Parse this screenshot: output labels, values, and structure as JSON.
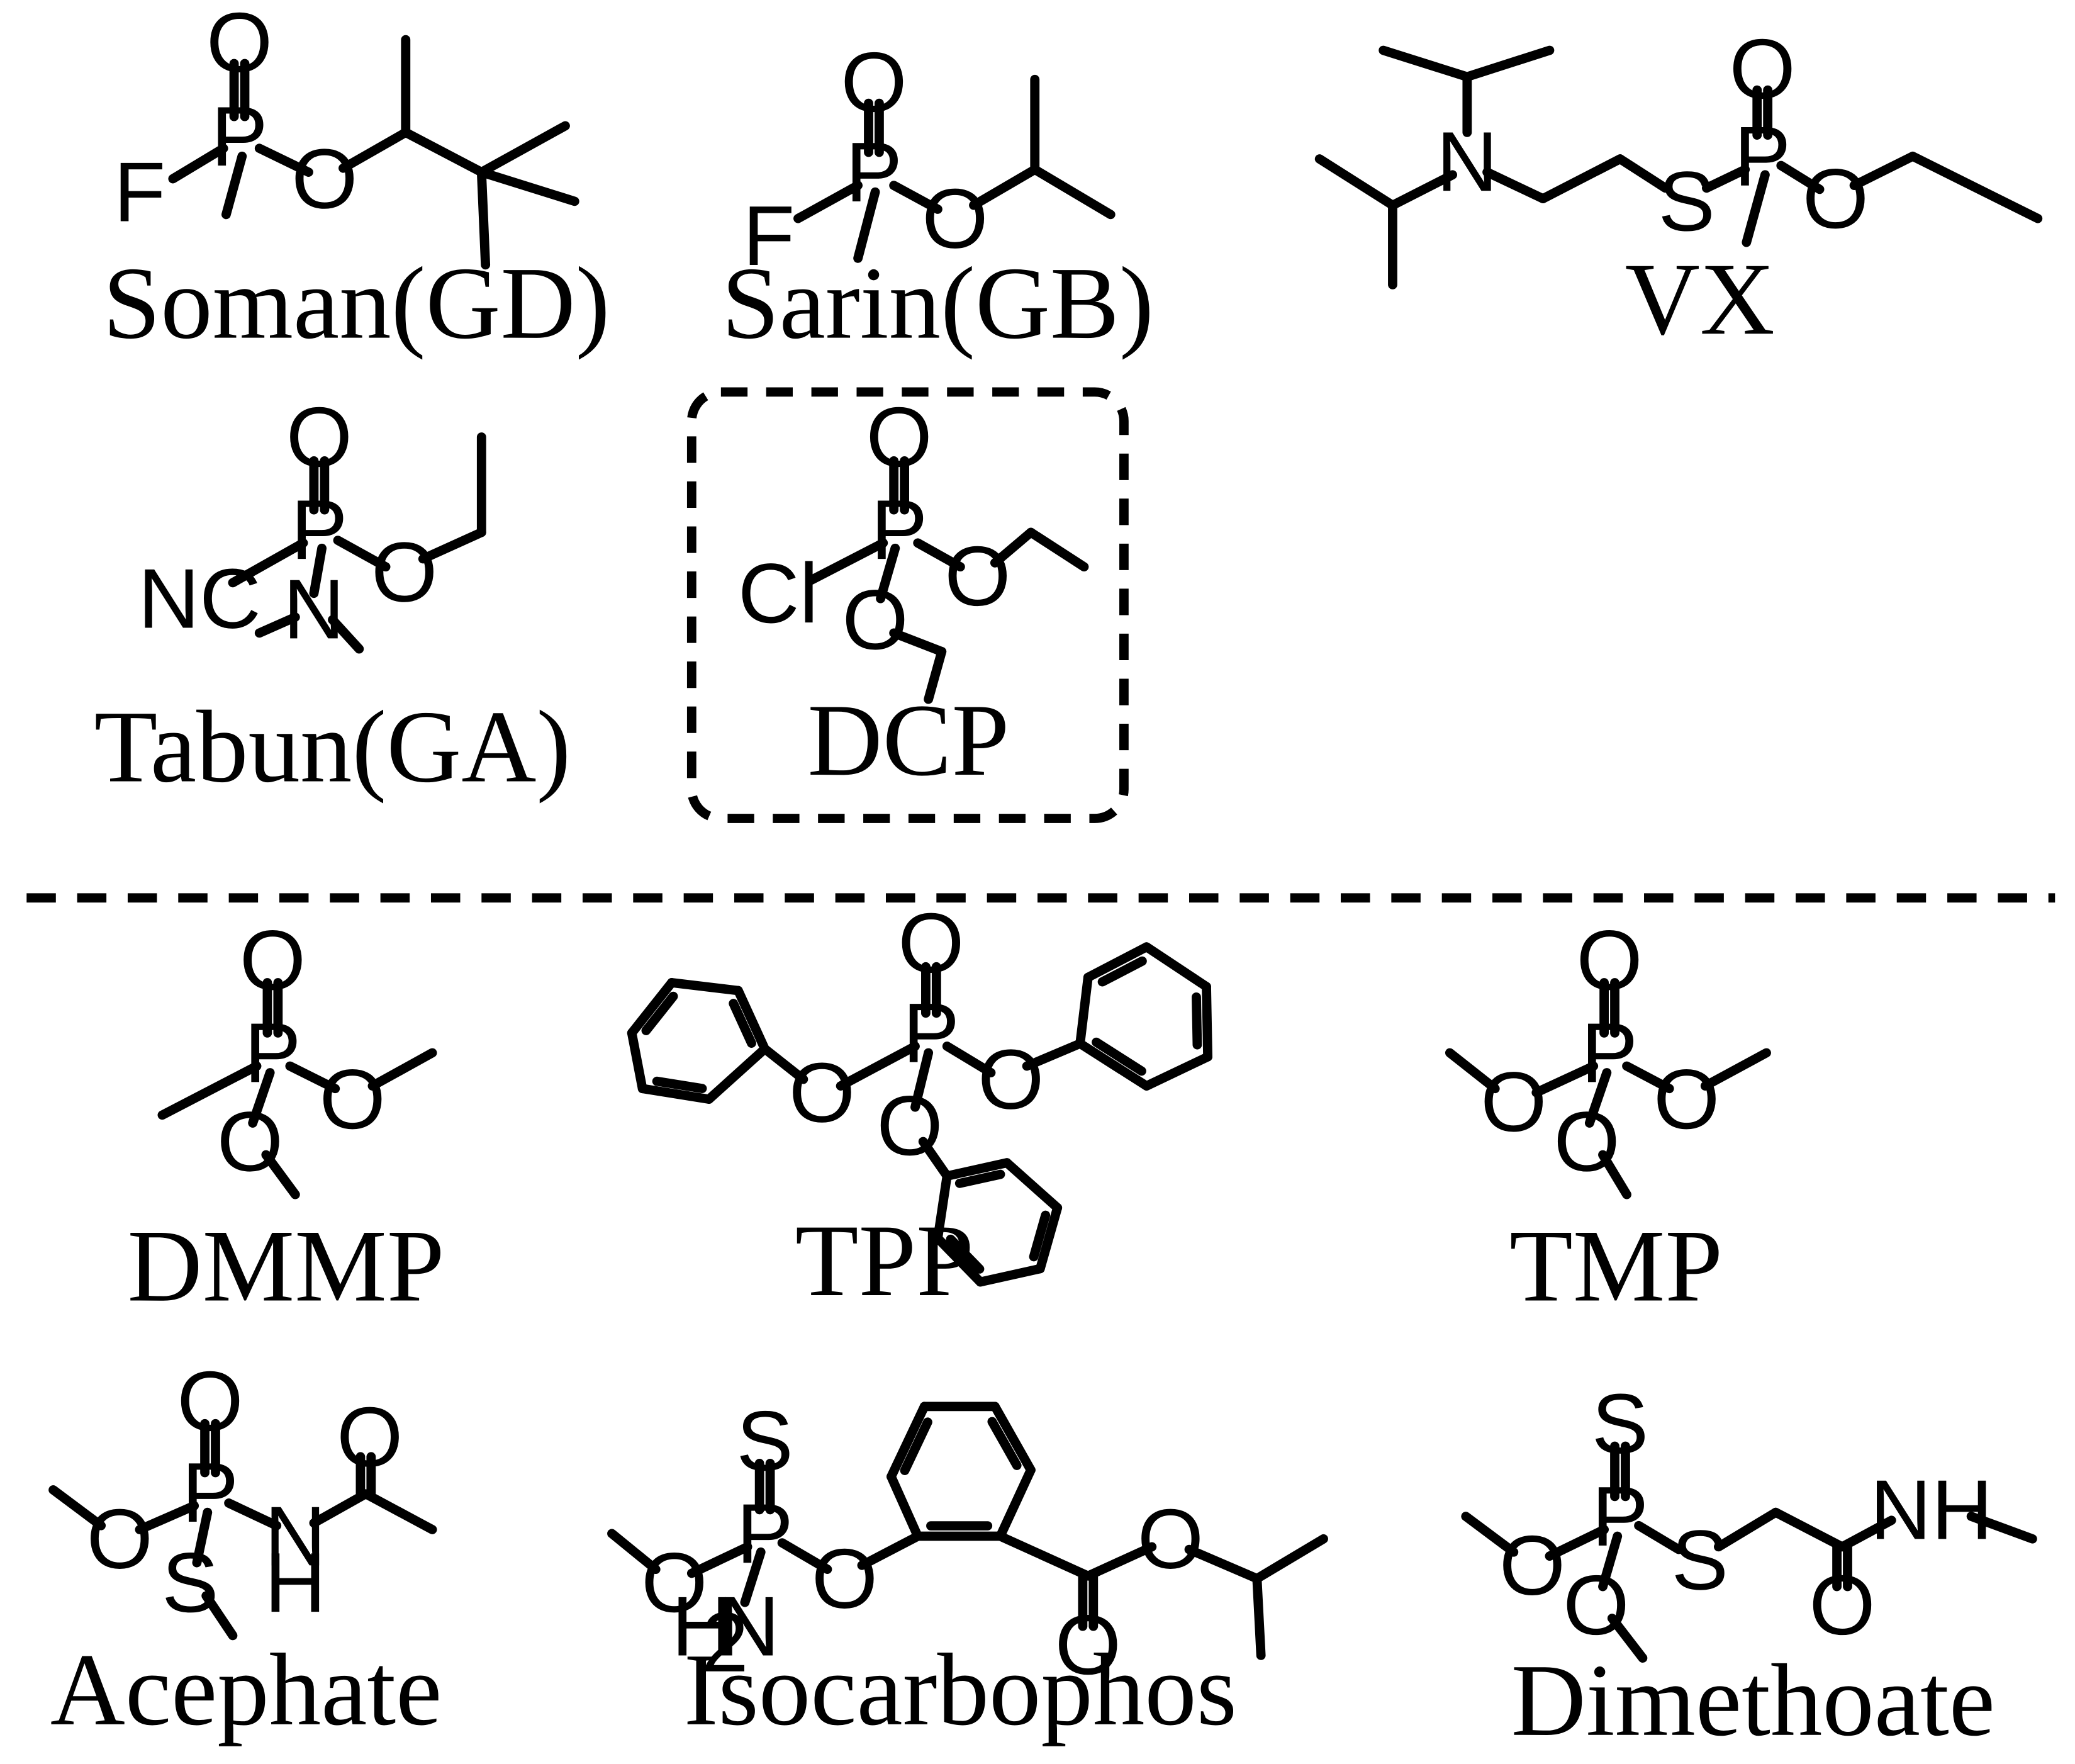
{
  "compounds": [
    {
      "name": "Soman(GD)"
    },
    {
      "name": "Sarin(GB)"
    },
    {
      "name": "VX"
    },
    {
      "name": "Tabun(GA)"
    },
    {
      "name": "DCP"
    },
    {
      "name": "DMMP"
    },
    {
      "name": "TPP"
    },
    {
      "name": "TMP"
    },
    {
      "name": "Acephate"
    },
    {
      "name": "Isocarbophos"
    },
    {
      "name": "Dimethoate"
    }
  ],
  "atoms": {
    "O": "O",
    "P": "P",
    "F": "F",
    "N": "N",
    "S": "S",
    "Cl": "Cl",
    "NC": "NC",
    "H": "H",
    "NH": "NH",
    "H2N_H": "H",
    "H2N_2": "2",
    "H2N_N": "N"
  }
}
